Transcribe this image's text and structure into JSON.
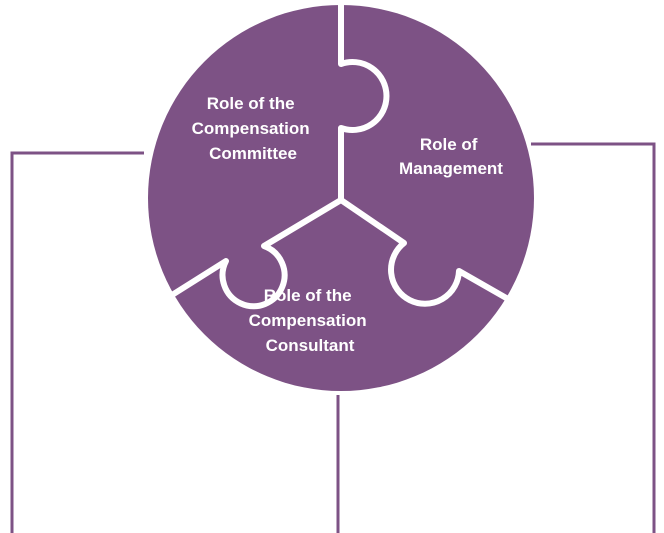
{
  "diagram": {
    "pieces": [
      {
        "id": "committee",
        "lines": [
          "Role of the",
          "Compensation",
          "Committee"
        ]
      },
      {
        "id": "management",
        "lines": [
          "Role of",
          "Management"
        ]
      },
      {
        "id": "consultant",
        "lines": [
          "Role of the",
          "Compensation",
          "Consultant"
        ]
      }
    ]
  },
  "colors": {
    "piece_fill": "#7d5285",
    "connector_line": "#7d5285",
    "separator": "#ffffff",
    "text": "#ffffff"
  }
}
